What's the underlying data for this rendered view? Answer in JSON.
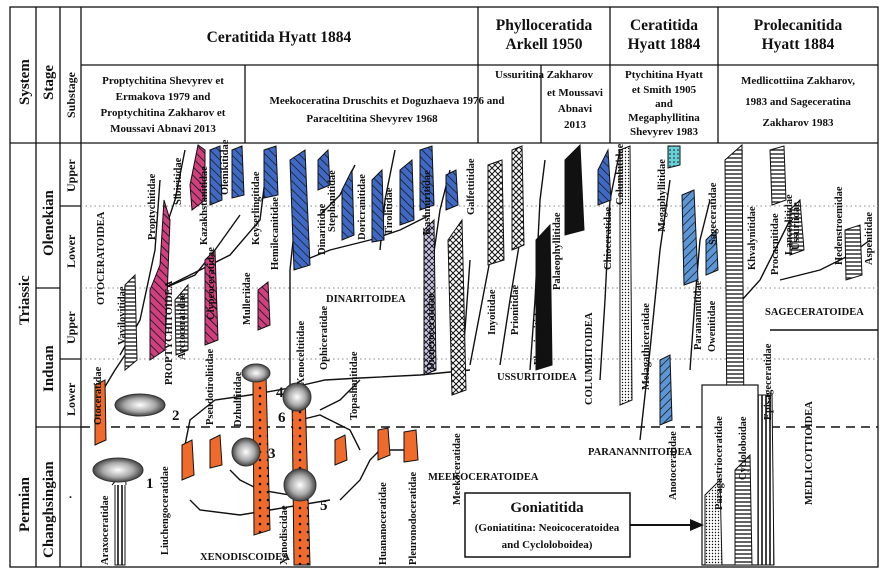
{
  "left_axis": {
    "system_label": "System",
    "stage_label": "Stage",
    "substage_label": "Substage",
    "triassic": "Triassic",
    "permian": "Permian",
    "olenekian": "Olenekian",
    "induan": "Induan",
    "changhsingian": "Changhsingian",
    "upper1": "Upper",
    "lower1": "Lower",
    "upper2": "Upper",
    "lower2": "Lower",
    "dot": "."
  },
  "headers": {
    "ceratitida": "Ceratitida Hyatt 1884",
    "phylloceratida_1": "Phylloceratida",
    "phylloceratida_2": "Arkell 1950",
    "ceratitida2_1": "Ceratitida",
    "ceratitida2_2": "Hyatt 1884",
    "prolecanitida_1": "Prolecanitida",
    "prolecanitida_2": "Hyatt 1884"
  },
  "subheaders": {
    "prop_1": "Proptychitina Shevyrev et",
    "prop_2": "Ermakova 1979 and",
    "prop_3": "Proptychitina Zakharov et",
    "prop_4": "Moussavi Abnavi 2013",
    "meek_1": "Meekoceratina Druschits et Doguzhaeva 1976 and",
    "meek_2": "Paraceltitina Shevyrev 1968",
    "uss_1": "Ussuritina Zakharov",
    "uss_2": "et Moussavi",
    "uss_3": "Abnavi",
    "uss_4": "2013",
    "pty_1": "Ptychitina Hyatt",
    "pty_2": "et Smith 1905",
    "pty_3": "and",
    "pty_4": "Megaphyllitina",
    "pty_5": "Shevyrev 1983",
    "med_1": "Medlicottiina Zakharov,",
    "med_2": "1983 and Sageceratina",
    "med_3": "Zakharov 1983"
  },
  "families": {
    "araxoceratidae": "Araxoceratidae",
    "otoceratidae": "Otoceratidae",
    "vavilovitidae": "Vavilovitidae",
    "proptychitidae": "Proptychitidae",
    "sibiritidae": "Sibiritidae",
    "kazakhstanitidae": "Kazakhstanitidae",
    "olenikitidae": "Olenikitidae",
    "keyserlingitidae": "Keyserlingitidae",
    "arctoceratidae": "Arctoceratidae",
    "clypeoceratidae": "Clypeoceratidae",
    "mulleriidae": "Mulleriidae",
    "hemilecanitidae": "Hemilecanitidae",
    "dinaritidae": "Dinaritidae",
    "stephanitidae": "Stephanitidae",
    "doricranitidae": "Doricranitidae",
    "tirolitidae": "Tirolitidae",
    "kashmiritidae": "Kashmiritidae",
    "galfettitidae": "Galfettitidae",
    "xenoceltitidae": "Xenoceltitidae",
    "ophiceratidae": "Ophiceratidae",
    "dzhulfitidae": "Dzhulfitidae",
    "pseudotirolitidae": "Pseudotirolitidae",
    "liuchengoceratidae": "Liuchengoceratidae",
    "xenodiscidae": "Xenodiscidae",
    "topashanitidae": "Topashanitidae",
    "huananoceratidae": "Huananoceratidae",
    "pleuronodoceratidae": "Pleuronodoceratidae",
    "dieneroceratidae": "Dieneroceratidae",
    "meekoceratidae": "Meekoceratidae",
    "inyoitidae": "Inyoitidae",
    "prionitidae": "Prionitidae",
    "flemingitidae": "Flemingitidae",
    "palaeophyllitidae": "Palaeophyllitidae",
    "chioceratidae": "Chioceratidae",
    "columbitidae": "Columbitidae",
    "megaphyllitidae": "Megaphyllitidae",
    "melagathiceratidae": "Melagathiceratidae",
    "anotoceratidae": "Anotoceratidae",
    "paranannitidae": "Paranannitidae",
    "owenitidae": "Owenitidae",
    "sageceratidae": "Sageceratidae",
    "khvalynitidae": "Khvalynitidae",
    "procarnitidae": "Procarnitidae",
    "lanceolitidae": "Lanceolitidae",
    "ussuriidae": "Ussuriidae",
    "hedenstroemidae": "Hedenstroemidae",
    "aspenitidae": "Aspenitidae",
    "episageceratidae": "Episageceratidae",
    "paragastrioceratidae": "Paragastrioceratidae",
    "cycloloboidae": "Cycloloboidae"
  },
  "superfamilies": {
    "otoceratoidea": "OTOCERATOIDEA",
    "proptychitoidea": "PROPTYCHITOIDEA",
    "dinaritoidea": "DINARITOIDEA",
    "ussuritoidea": "USSURITOIDEA",
    "columbitoidea": "COLUMBITOIDEA",
    "sageceratoidea": "SAGECERATOIDEA",
    "medlicottioidea": "MEDLICOTTIOIDEA",
    "paranannitoidea": "PARANANNITOIDEA",
    "meekoceratoidea": "MEEKOCERATOIDEA",
    "xenodiscoidea": "XENODISCOIDEA"
  },
  "specimen_numbers": [
    "1",
    "2",
    "3",
    "4",
    "5",
    "6"
  ],
  "goniatitida": {
    "title": "Goniatitida",
    "line1": "(Goniatitina: Neoicoceratoidea",
    "line2": "and  Cycloloboidea)"
  },
  "colors": {
    "orange": "#ef6a2b",
    "pink": "#d0407f",
    "blue": "#3f69c4",
    "light_blue": "#5c96d6",
    "teal": "#66d1d4",
    "black": "#111111"
  }
}
